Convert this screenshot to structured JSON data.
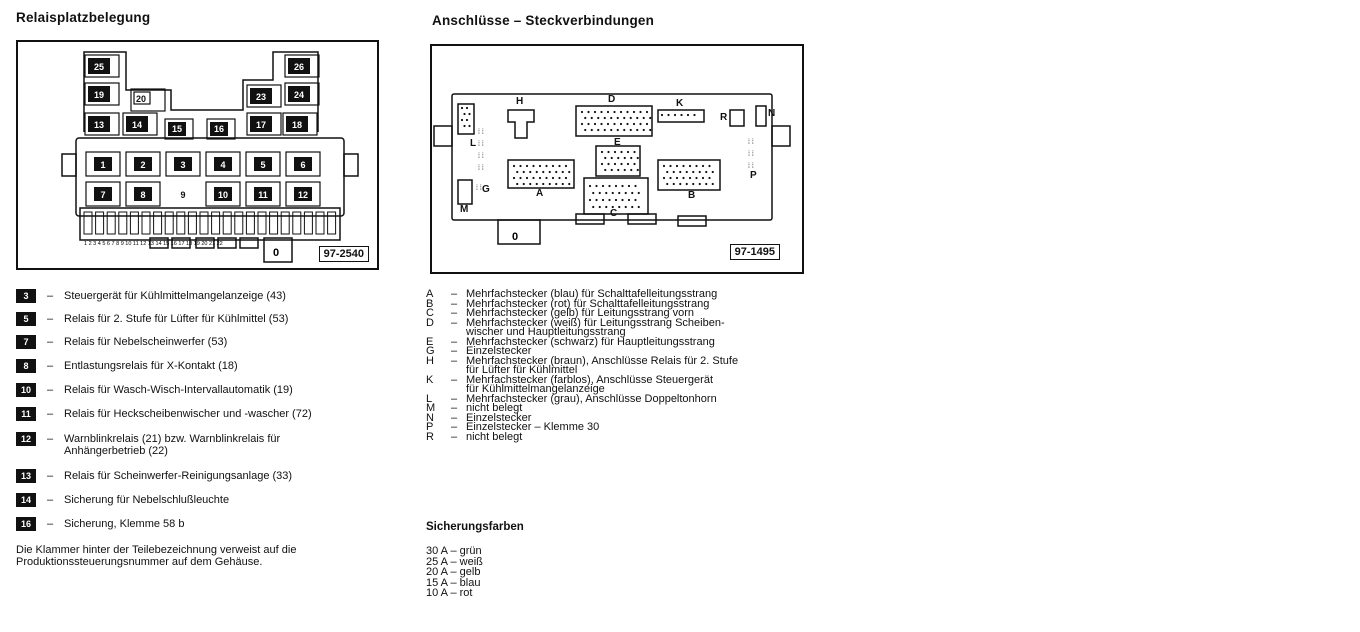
{
  "left_heading": "Relaisplatzbelegung",
  "right_heading": "Anschlüsse – Steckverbindungen",
  "relay_diagram": {
    "reference": "97-2540",
    "upper_left": [
      "25",
      "19",
      "20",
      "13",
      "14",
      "15",
      "16",
      "17",
      "18",
      "23",
      "24",
      "26"
    ],
    "main_row_top": [
      "1",
      "2",
      "3",
      "4",
      "5",
      "6"
    ],
    "main_row_bottom": [
      "7",
      "8",
      "9",
      "10",
      "11",
      "12"
    ],
    "fuse_numbers": "1 2 3 4 5 6 7 8 9 10 11 12 13 14 15 16 17 18 19 20 21 22",
    "socket_label": "0"
  },
  "connector_diagram": {
    "reference": "97-1495",
    "labels": [
      "H",
      "D",
      "K",
      "R",
      "N",
      "L",
      "E",
      "A",
      "B",
      "C",
      "G",
      "M",
      "P"
    ],
    "socket_label": "0"
  },
  "relay_legend": [
    {
      "num": "3",
      "text": "Steuergerät für Kühlmittelmangelanzeige (43)"
    },
    {
      "num": "5",
      "text": "Relais für 2. Stufe für Lüfter für Kühlmittel (53)"
    },
    {
      "num": "7",
      "text": "Relais für Nebelscheinwerfer (53)"
    },
    {
      "num": "8",
      "text": "Entlastungsrelais für X-Kontakt (18)"
    },
    {
      "num": "10",
      "text": "Relais für Wasch-Wisch-Intervallautomatik (19)"
    },
    {
      "num": "11",
      "text": "Relais für Heckscheibenwischer und -wascher (72)"
    },
    {
      "num": "12",
      "text": "Warnblinkrelais (21) bzw. Warnblinkrelais für\nAnhängerbetrieb (22)"
    },
    {
      "num": "13",
      "text": "Relais für Scheinwerfer-Reinigungsanlage (33)"
    },
    {
      "num": "14",
      "text": "Sicherung für Nebelschlußleuchte"
    },
    {
      "num": "16",
      "text": "Sicherung, Klemme 58 b"
    }
  ],
  "note": "Die Klammer hinter der Teilebezeichnung verweist auf die\nProduktionssteuerungsnummer auf dem Gehäuse.",
  "connector_legend": [
    {
      "letter": "A",
      "text": "Mehrfachstecker (blau) für Schalttafelleitungsstrang"
    },
    {
      "letter": "B",
      "text": "Mehrfachstecker (rot) für Schalttafelleitungsstrang"
    },
    {
      "letter": "C",
      "text": "Mehrfachstecker (gelb) für Leitungsstrang vorn"
    },
    {
      "letter": "D",
      "text": "Mehrfachstecker (weiß) für Leitungsstrang Scheiben-\nwischer und Hauptleitungsstrang"
    },
    {
      "letter": "E",
      "text": "Mehrfachstecker (schwarz) für Hauptleitungsstrang"
    },
    {
      "letter": "G",
      "text": "Einzelstecker"
    },
    {
      "letter": "H",
      "text": "Mehrfachstecker (braun), Anschlüsse Relais für 2. Stufe\nfür Lüfter für Kühlmittel"
    },
    {
      "letter": "K",
      "text": "Mehrfachstecker (farblos), Anschlüsse Steuergerät\nfür Kühlmittelmangelanzeige"
    },
    {
      "letter": "L",
      "text": "Mehrfachstecker (grau), Anschlüsse Doppeltonhorn"
    },
    {
      "letter": "M",
      "text": "nicht belegt"
    },
    {
      "letter": "N",
      "text": "Einzelstecker"
    },
    {
      "letter": "P",
      "text": "Einzelstecker – Klemme 30"
    },
    {
      "letter": "R",
      "text": "nicht belegt"
    }
  ],
  "fuse_colors_title": "Sicherungsfarben",
  "fuse_colors": [
    "30 A – grün",
    "25 A – weiß",
    "20 A – gelb",
    "15 A – blau",
    "10 A – rot"
  ],
  "dash": "–"
}
